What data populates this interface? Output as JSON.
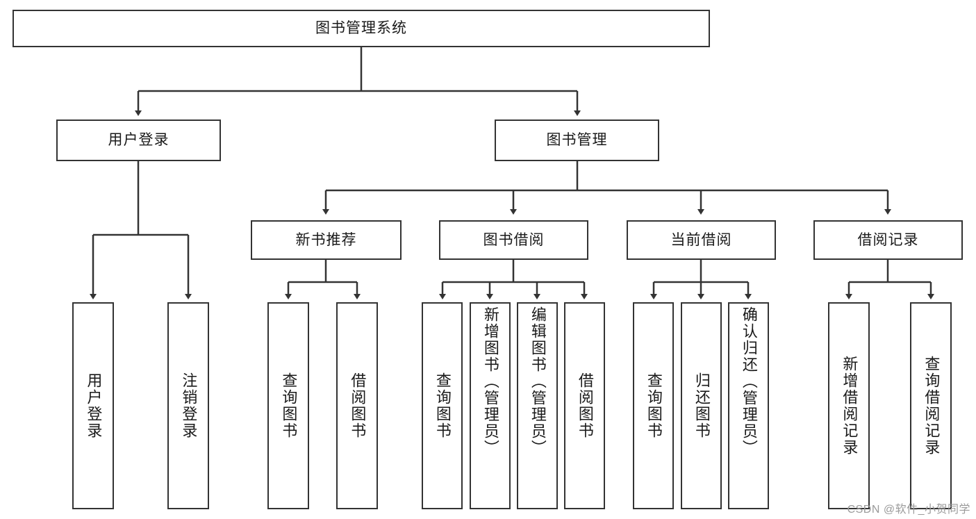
{
  "diagram": {
    "type": "tree",
    "title": "图书管理系统",
    "style": {
      "border_color": "#333333",
      "fill_color": "#ffffff",
      "text_color": "#1a1a1a",
      "edge_color": "#333333",
      "watermark_color": "#9a9a9a"
    },
    "root": {
      "label": "图书管理系统"
    },
    "level2": [
      {
        "label": "用户登录"
      },
      {
        "label": "图书管理"
      }
    ],
    "level3": [
      {
        "label": "新书推荐"
      },
      {
        "label": "图书借阅"
      },
      {
        "label": "当前借阅"
      },
      {
        "label": "借阅记录"
      }
    ],
    "leaves": {
      "user_login": [
        {
          "label": "用户登录"
        },
        {
          "label": "注销登录"
        }
      ],
      "new_book_recommend": [
        {
          "label": "查询图书"
        },
        {
          "label": "借阅图书"
        }
      ],
      "book_borrow": [
        {
          "label": "查询图书"
        },
        {
          "label": "新增图书（管理员）"
        },
        {
          "label": "编辑图书（管理员）"
        },
        {
          "label": "借阅图书"
        }
      ],
      "current_borrow": [
        {
          "label": "查询图书"
        },
        {
          "label": "归还图书"
        },
        {
          "label": "确认归还（管理员）"
        }
      ],
      "borrow_record": [
        {
          "label": "新增借阅记录"
        },
        {
          "label": "查询借阅记录"
        }
      ]
    }
  },
  "watermark": {
    "text": "CSDN @软件_小贺同学"
  }
}
